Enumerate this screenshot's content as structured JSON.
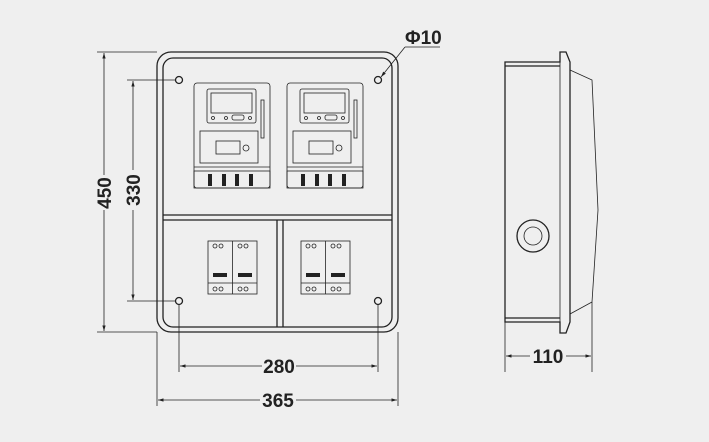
{
  "dimensions": {
    "height_outer": "450",
    "height_holes": "330",
    "width_holes": "280",
    "width_outer": "365",
    "depth": "110",
    "hole_diameter": "Φ10"
  },
  "colors": {
    "background": "#efefef",
    "line": "#222222"
  }
}
